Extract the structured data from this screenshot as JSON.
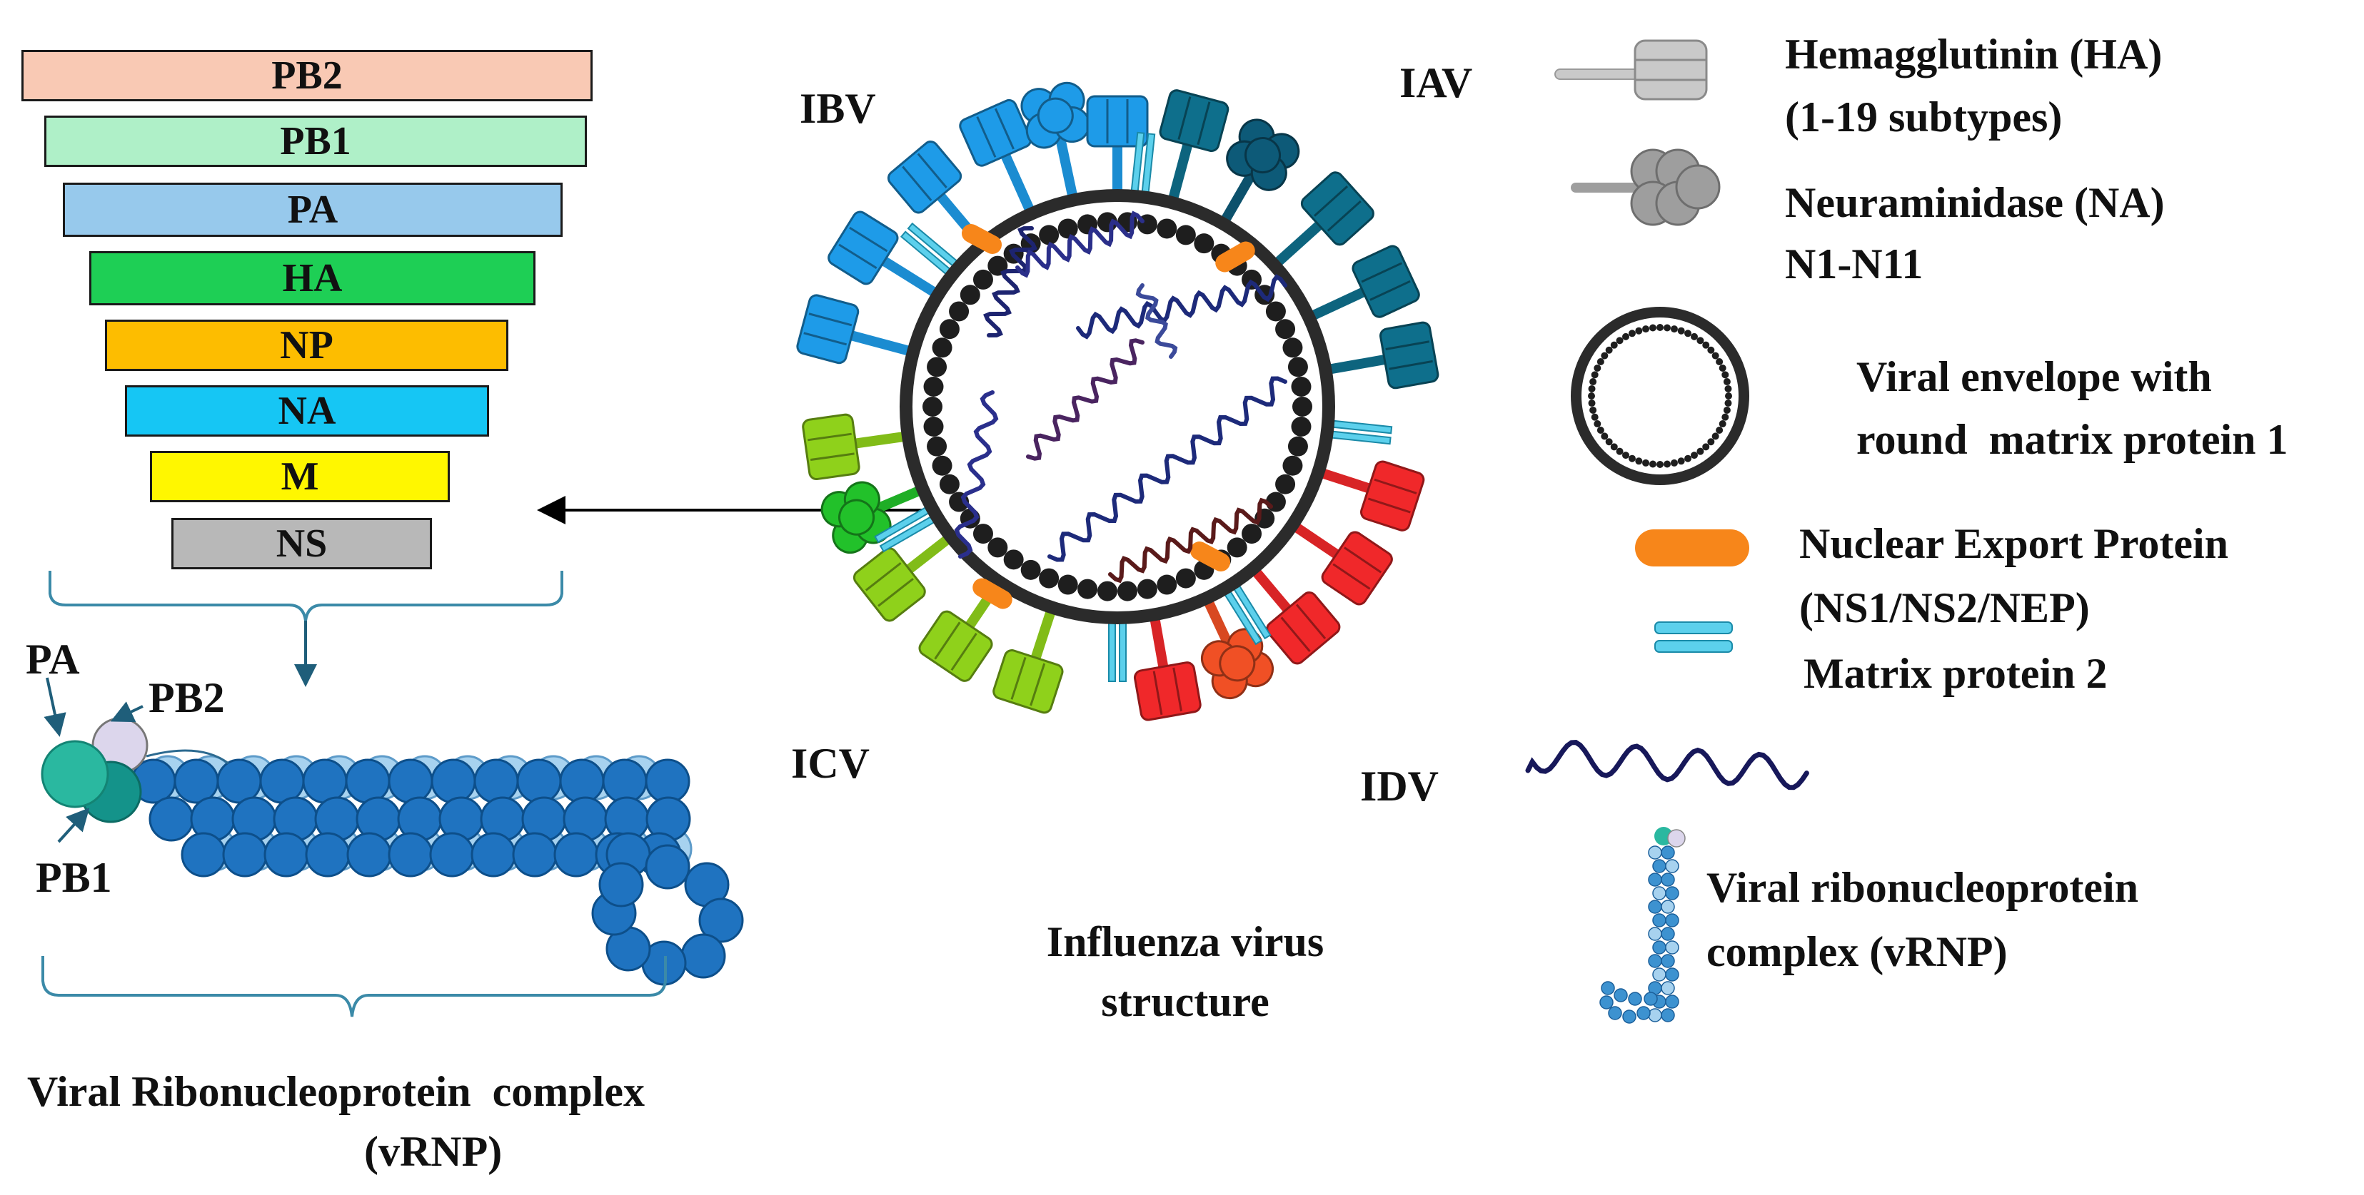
{
  "segments": [
    {
      "name": "PB2",
      "color": "#f9c9b4"
    },
    {
      "name": "PB1",
      "color": "#aff0c8"
    },
    {
      "name": "PA",
      "color": "#97c9ec"
    },
    {
      "name": "HA",
      "color": "#1ecf55"
    },
    {
      "name": "NP",
      "color": "#fdbd00"
    },
    {
      "name": "NA",
      "color": "#16c6f4"
    },
    {
      "name": "M",
      "color": "#fff700"
    },
    {
      "name": "NS",
      "color": "#b8b8b8"
    }
  ],
  "vrnp_left": {
    "pa_label": "PA",
    "pb2_label": "PB2",
    "pb1_label": "PB1",
    "caption_line1": "Viral Ribonucleoprotein  complex",
    "caption_line2": "(vRNP)"
  },
  "virus": {
    "ibv": "IBV",
    "iav": "IAV",
    "icv": "ICV",
    "idv": "IDV",
    "caption_line1": "Influenza virus",
    "caption_line2": "structure"
  },
  "legend": {
    "ha_line1": "Hemagglutinin (HA)",
    "ha_line2": "(1-19 subtypes)",
    "na_line1": "Neuraminidase (NA)",
    "na_line2": "N1-N11",
    "env_line1": "Viral envelope with",
    "env_line2": "round  matrix protein 1",
    "nep_line1": "Nuclear Export Protein",
    "nep_line2": "(NS1/NS2/NEP)",
    "m2": "Matrix protein 2",
    "vrnp_line1": "Viral ribonucleoprotein",
    "vrnp_line2": "complex (vRNP)"
  },
  "colors": {
    "ibv": "#1e9be8",
    "iav": "#0e6f8c",
    "icv": "#8fd11b",
    "idv": "#f0282a",
    "m2": "#5cd0ec",
    "nep": "#f7861a",
    "np_blue": "#1f73c0",
    "np_light": "#a7d2ef",
    "rna": "#17185a"
  }
}
